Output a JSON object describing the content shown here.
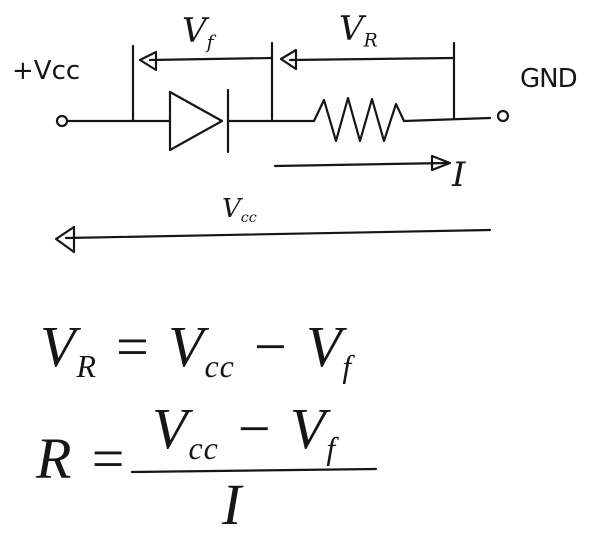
{
  "circuit": {
    "left_terminal": "+Vcc",
    "right_terminal": "GND",
    "diode_voltage_symbol": "V",
    "diode_voltage_subscript": "f",
    "resistor_voltage_symbol": "V",
    "resistor_voltage_subscript": "R",
    "current_label": "I",
    "supply_voltage_symbol": "V",
    "supply_voltage_subscript": "cc"
  },
  "equations": {
    "line1": {
      "lhs": "V",
      "lhs_sub": "R",
      "equals": "=",
      "term1": "V",
      "term1_sub": "cc",
      "minus": "−",
      "term2": "V",
      "term2_sub": "f"
    },
    "line2": {
      "lhs": "R",
      "equals": "=",
      "numerator_term1": "V",
      "numerator_term1_sub": "cc",
      "numerator_minus": "−",
      "numerator_term2": "V",
      "numerator_term2_sub": "f",
      "denominator": "I"
    }
  }
}
